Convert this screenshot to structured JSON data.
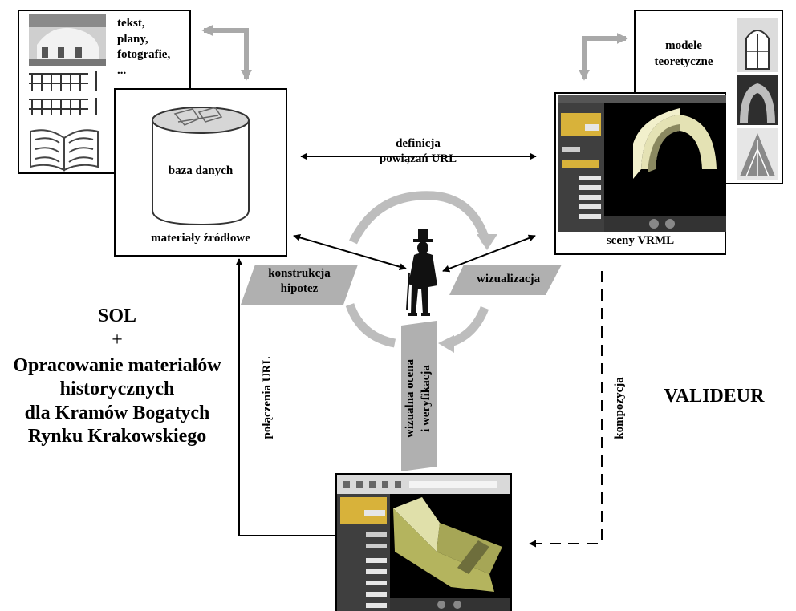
{
  "sources_list": [
    "tekst,",
    "plany,",
    "fotografie,",
    "..."
  ],
  "database": {
    "label": "baza danych",
    "caption": "materiały źródłowe"
  },
  "theoretical_models": {
    "line1": "modele",
    "line2": "teoretyczne"
  },
  "vrml": {
    "caption": "sceny VRML"
  },
  "link_definition": {
    "line1": "definicja",
    "line2": "powiązań URL"
  },
  "hypotheses": {
    "line1": "konstrukcja",
    "line2": "hipotez"
  },
  "visualization": "wizualizacja",
  "evaluation": {
    "line1": "wizualna  ocena",
    "line2": "i weryfikacja"
  },
  "url_links": "połączenia URL",
  "composition": "kompozycja",
  "project": {
    "sol": "SOL",
    "plus": "+",
    "line1": "Opracowanie materiałów",
    "line2": "historycznych",
    "line3": "dla Kramów Bogatych",
    "line4": "Rynku Krakowskiego"
  },
  "validator": "VALIDEUR",
  "colors": {
    "line": "#000000",
    "grey_arrow": "#a9a9a9",
    "label_band": "#b0b0b0",
    "screen_bg": "#000000",
    "panel": "#3f3f3f",
    "panel_accent": "#d8b23a",
    "model": "#c3c36a"
  }
}
